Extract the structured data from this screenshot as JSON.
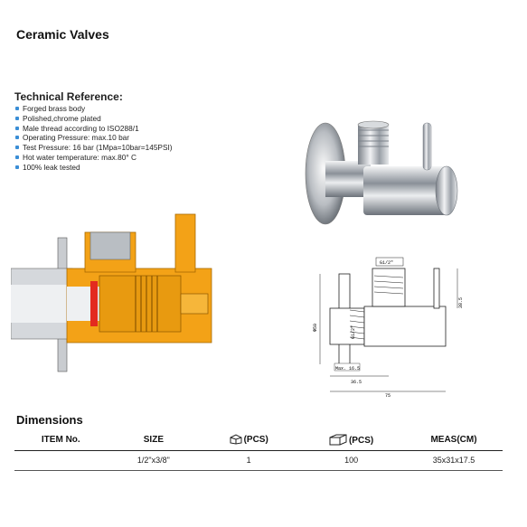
{
  "title": "Ceramic Valves",
  "technical_reference": {
    "heading": "Technical Reference:",
    "items": [
      "Forged brass body",
      "Polished,chrome plated",
      "Male thread according to ISO288/1",
      "Operating Pressure: max.10 bar",
      "Test Pressure: 16 bar (1Mpa=10bar=145PSI)",
      "Hot water temperature: max.80° C",
      "100% leak tested"
    ]
  },
  "drawing": {
    "top_thread": "G1/2\"",
    "side_thread": "G1/2\"",
    "diameter": "Φ50",
    "height": "38.5",
    "max_depth": "Max. 16.5",
    "inner_width": "36.5",
    "overall_width": "75"
  },
  "dimensions": {
    "heading": "Dimensions",
    "columns": {
      "item_no": "ITEM No.",
      "size": "SIZE",
      "inner_pcs": "(PCS)",
      "outer_pcs": "(PCS)",
      "meas": "MEAS(CM)"
    },
    "row": {
      "item_no": "",
      "size": "1/2\"x3/8\"",
      "inner_pcs": "1",
      "outer_pcs": "100",
      "meas": "35x31x17.5"
    }
  },
  "colors": {
    "bullet": "#3a8ed6",
    "cutaway_brass": "#f3a217",
    "cutaway_red": "#e32b1f",
    "chrome": "#c9ccd0"
  }
}
